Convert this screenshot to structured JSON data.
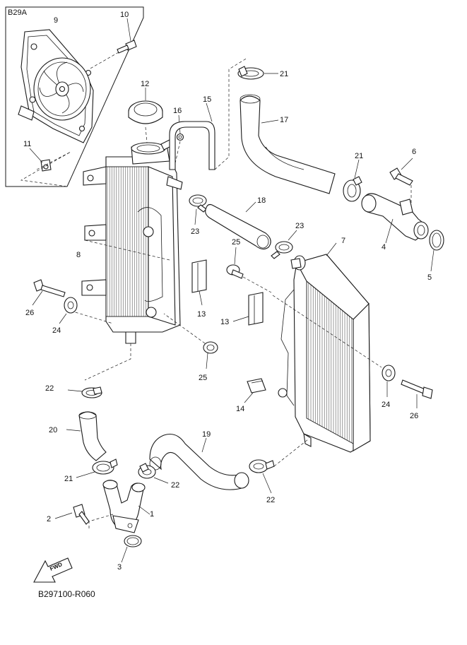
{
  "inset": {
    "label": "B29A"
  },
  "diagram_code": "B297100-R060",
  "fwd_label": "FWD",
  "callouts": [
    {
      "id": "c1",
      "text": "1"
    },
    {
      "id": "c2",
      "text": "2"
    },
    {
      "id": "c3",
      "text": "3"
    },
    {
      "id": "c4",
      "text": "4"
    },
    {
      "id": "c5",
      "text": "5"
    },
    {
      "id": "c6",
      "text": "6"
    },
    {
      "id": "c7",
      "text": "7"
    },
    {
      "id": "c8",
      "text": "8"
    },
    {
      "id": "c9",
      "text": "9"
    },
    {
      "id": "c10",
      "text": "10"
    },
    {
      "id": "c11",
      "text": "11"
    },
    {
      "id": "c12",
      "text": "12"
    },
    {
      "id": "c13a",
      "text": "13"
    },
    {
      "id": "c13b",
      "text": "13"
    },
    {
      "id": "c14",
      "text": "14"
    },
    {
      "id": "c15",
      "text": "15"
    },
    {
      "id": "c16",
      "text": "16"
    },
    {
      "id": "c17",
      "text": "17"
    },
    {
      "id": "c18",
      "text": "18"
    },
    {
      "id": "c19",
      "text": "19"
    },
    {
      "id": "c20",
      "text": "20"
    },
    {
      "id": "c21a",
      "text": "21"
    },
    {
      "id": "c21b",
      "text": "21"
    },
    {
      "id": "c21c",
      "text": "21"
    },
    {
      "id": "c22a",
      "text": "22"
    },
    {
      "id": "c22b",
      "text": "22"
    },
    {
      "id": "c22c",
      "text": "22"
    },
    {
      "id": "c23a",
      "text": "23"
    },
    {
      "id": "c23b",
      "text": "23"
    },
    {
      "id": "c24a",
      "text": "24"
    },
    {
      "id": "c24b",
      "text": "24"
    },
    {
      "id": "c25a",
      "text": "25"
    },
    {
      "id": "c25b",
      "text": "25"
    },
    {
      "id": "c26a",
      "text": "26"
    },
    {
      "id": "c26b",
      "text": "26"
    }
  ]
}
